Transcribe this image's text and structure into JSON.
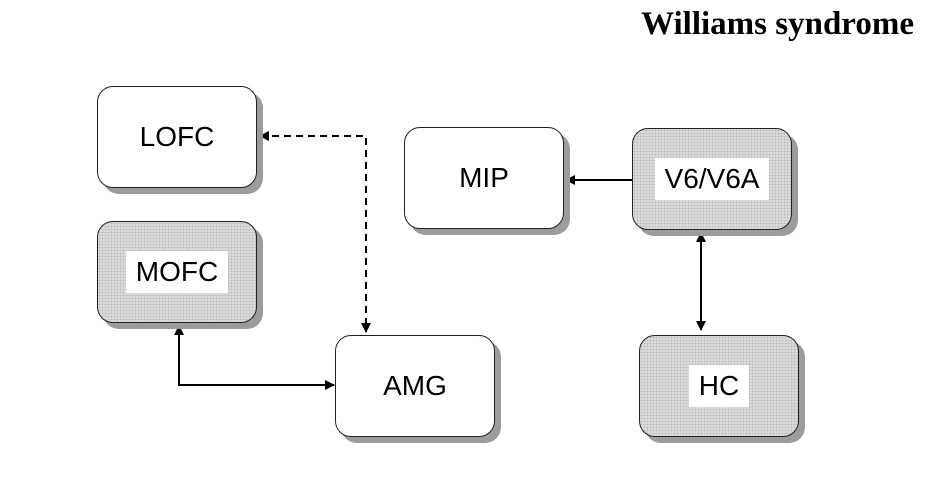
{
  "title": "Williams syndrome",
  "nodes": {
    "lofc": {
      "label": "LOFC",
      "style": "plain"
    },
    "mofc": {
      "label": "MOFC",
      "style": "shaded"
    },
    "amg": {
      "label": "AMG",
      "style": "plain"
    },
    "mip": {
      "label": "MIP",
      "style": "plain"
    },
    "v6": {
      "label": "V6/V6A",
      "style": "shaded"
    },
    "hc": {
      "label": "HC",
      "style": "shaded"
    }
  },
  "edges": [
    {
      "from": "AMG",
      "to": "LOFC",
      "line": "dashed",
      "direction": "both"
    },
    {
      "from": "MOFC",
      "to": "AMG",
      "line": "solid",
      "direction": "both"
    },
    {
      "from": "V6/V6A",
      "to": "MIP",
      "line": "solid",
      "direction": "forward"
    },
    {
      "from": "V6/V6A",
      "to": "HC",
      "line": "solid",
      "direction": "both"
    }
  ],
  "colors": {
    "line": "#000000",
    "shadow": "#9c9c9c",
    "shaded_fill": "#dcdcdc"
  }
}
